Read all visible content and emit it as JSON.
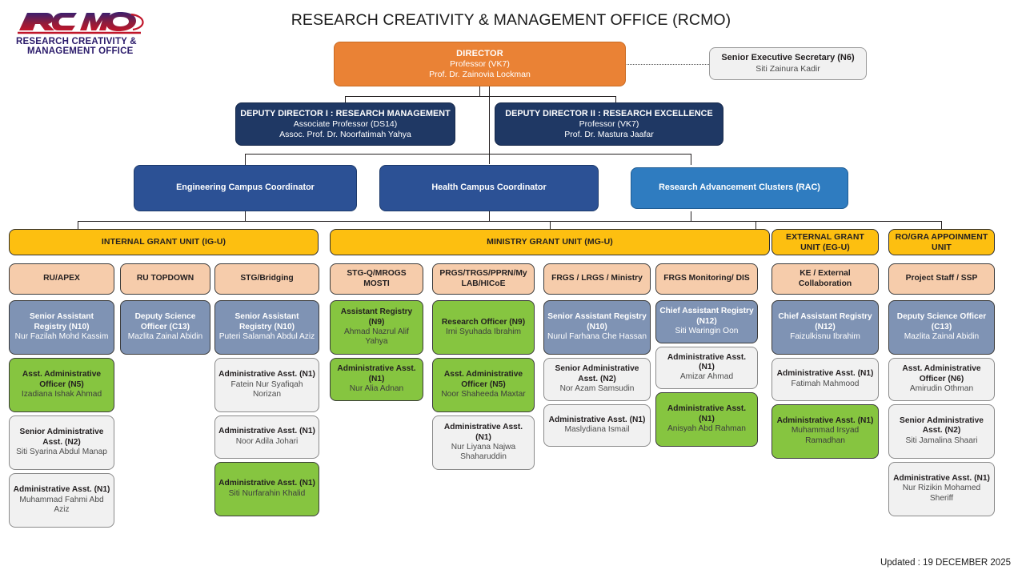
{
  "page": {
    "title": "RESEARCH CREATIVITY & MANAGEMENT OFFICE (RCMO)",
    "updated": "Updated : 19 DECEMBER 2025",
    "logo_line1": "RESEARCH CREATIVITY &",
    "logo_line2": "MANAGEMENT OFFICE",
    "logo_wordmark": "RCMO"
  },
  "colors": {
    "director": "#ea8235",
    "deputy": "#1f3864",
    "coordinator": "#2c5195",
    "coordinator_rac": "#2f7cc0",
    "unit": "#fdbf10",
    "category": "#f6ccab",
    "staff_blue": "#7f93b4",
    "staff_green": "#86c540",
    "staff_white": "#f1f1f1"
  },
  "director": {
    "title": "DIRECTOR",
    "grade": "Professor (VK7)",
    "name": "Prof. Dr. Zainovia Lockman"
  },
  "secretary": {
    "title": "Senior Executive Secretary (N6)",
    "name": "Siti Zainura Kadir"
  },
  "deputies": [
    {
      "title": "DEPUTY DIRECTOR I : RESEARCH MANAGEMENT",
      "grade": "Associate Professor (DS14)",
      "name": "Assoc. Prof. Dr. Noorfatimah Yahya"
    },
    {
      "title": "DEPUTY DIRECTOR II : RESEARCH EXCELLENCE",
      "grade": "Professor (VK7)",
      "name": "Prof. Dr. Mastura Jaafar"
    }
  ],
  "coordinators": [
    {
      "title": "Engineering Campus Coordinator"
    },
    {
      "title": "Health Campus Coordinator"
    },
    {
      "title": "Research Advancement Clusters (RAC)"
    }
  ],
  "units": [
    {
      "title": "INTERNAL GRANT UNIT (IG-U)"
    },
    {
      "title": "MINISTRY GRANT UNIT (MG-U)"
    },
    {
      "title": "EXTERNAL GRANT UNIT (EG-U)"
    },
    {
      "title": "RO/GRA APPOINMENT UNIT"
    }
  ],
  "columns": [
    {
      "category": "RU/APEX",
      "staff": [
        {
          "role": "Senior Assistant Registry (N10)",
          "name": "Nur Fazilah Mohd Kassim",
          "style": "blue"
        },
        {
          "role": "Asst. Administrative Officer (N5)",
          "name": "Izadiana Ishak Ahmad",
          "style": "green"
        },
        {
          "role": "Senior Administrative Asst. (N2)",
          "name": "Siti Syarina Abdul Manap",
          "style": "white"
        },
        {
          "role": "Administrative Asst. (N1)",
          "name": "Muhammad Fahmi Abd Aziz",
          "style": "white"
        }
      ]
    },
    {
      "category": "RU TOPDOWN",
      "staff": [
        {
          "role": "Deputy Science Officer (C13)",
          "name": "Mazlita Zainal Abidin",
          "style": "blue"
        }
      ]
    },
    {
      "category": "STG/Bridging",
      "staff": [
        {
          "role": "Senior Assistant Registry (N10)",
          "name": "Puteri Salamah Abdul Aziz",
          "style": "blue"
        },
        {
          "role": "Administrative Asst. (N1)",
          "name": "Fatein Nur Syafiqah Norizan",
          "style": "white"
        },
        {
          "role": "Administrative Asst. (N1)",
          "name": "Noor Adila Johari",
          "style": "white"
        },
        {
          "role": "Administrative Asst. (N1)",
          "name": "Siti Nurfarahin Khalid",
          "style": "green"
        }
      ]
    },
    {
      "category": "STG-Q/MROGS MOSTI",
      "staff": [
        {
          "role": "Assistant Registry (N9)",
          "name": "Ahmad Nazrul Alif Yahya",
          "style": "green"
        },
        {
          "role": "Administrative Asst. (N1)",
          "name": "Nur Alia Adnan",
          "style": "green"
        }
      ]
    },
    {
      "category": "PRGS/TRGS/PPRN/My LAB/HICoE",
      "staff": [
        {
          "role": "Research Officer (N9)",
          "name": "Irni Syuhada Ibrahim",
          "style": "green"
        },
        {
          "role": "Asst. Administrative Officer (N5)",
          "name": "Noor Shaheeda Maxtar",
          "style": "green"
        },
        {
          "role": "Administrative Asst. (N1)",
          "name": "Nur Liyana Najwa Shaharuddin",
          "style": "white"
        }
      ]
    },
    {
      "category": "FRGS / LRGS / Ministry",
      "staff": [
        {
          "role": "Senior Assistant Registry (N10)",
          "name": "Nurul Farhana Che Hassan",
          "style": "blue"
        },
        {
          "role": "Senior Administrative Asst. (N2)",
          "name": "Nor Azam Samsudin",
          "style": "white"
        },
        {
          "role": "Administrative Asst. (N1)",
          "name": "Maslydiana Ismail",
          "style": "white"
        }
      ]
    },
    {
      "category": "FRGS Monitoring/ DIS",
      "staff": [
        {
          "role": "Chief Assistant Registry (N12)",
          "name": "Siti Waringin Oon",
          "style": "blue"
        },
        {
          "role": "Administrative Asst. (N1)",
          "name": "Amizar Ahmad",
          "style": "white"
        },
        {
          "role": "Administrative Asst. (N1)",
          "name": "Anisyah Abd Rahman",
          "style": "green"
        }
      ]
    },
    {
      "category": "KE / External Collaboration",
      "staff": [
        {
          "role": "Chief Assistant Registry (N12)",
          "name": "Faizulkisnu Ibrahim",
          "style": "blue"
        },
        {
          "role": "Administrative Asst. (N1)",
          "name": "Fatimah Mahmood",
          "style": "white"
        },
        {
          "role": "Administrative Asst. (N1)",
          "name": "Muhammad Irsyad Ramadhan",
          "style": "green"
        }
      ]
    },
    {
      "category": "Project Staff / SSP",
      "staff": [
        {
          "role": "Deputy Science Officer (C13)",
          "name": "Mazlita Zainal Abidin",
          "style": "blue"
        },
        {
          "role": "Asst. Administrative Officer (N6)",
          "name": "Amirudin Othman",
          "style": "white"
        },
        {
          "role": "Senior Administrative Asst. (N2)",
          "name": "Siti Jamalina Shaari",
          "style": "white"
        },
        {
          "role": "Administrative Asst. (N1)",
          "name": "Nur Rizikin Mohamed Sheriff",
          "style": "white"
        }
      ]
    }
  ]
}
